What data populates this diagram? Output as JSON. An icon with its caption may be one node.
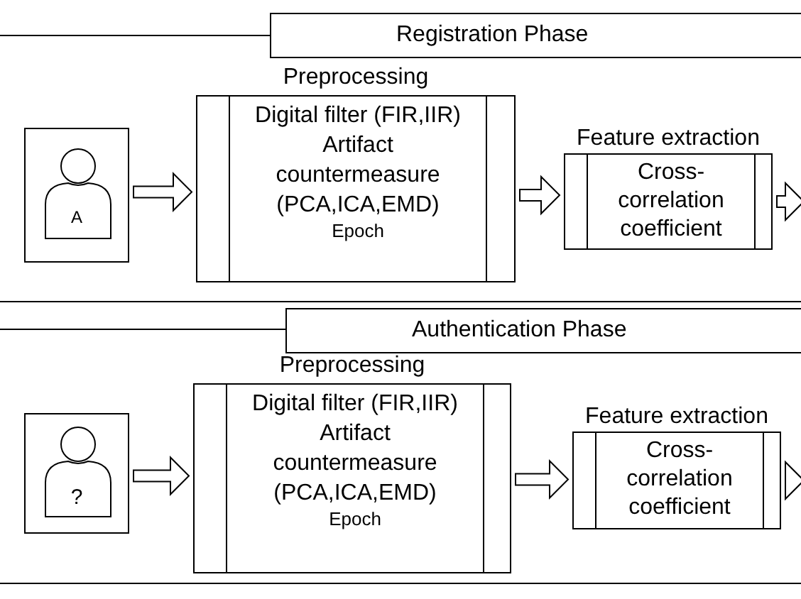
{
  "diagram": {
    "nodes": [
      {
        "text": [
          "Registration Phase"
        ]
      },
      {
        "text": [
          "A"
        ]
      },
      {
        "text": [
          "Preprocessing",
          "Digital filter (FIR,IIR)",
          "Artifact countermeasure (PCA,ICA,EMD)",
          "Epoch"
        ]
      },
      {
        "text": [
          "Feature extraction",
          "Cross-correlation coefficient"
        ]
      },
      {
        "text": [
          "Authentication Phase"
        ]
      },
      {
        "text": [
          "?"
        ]
      },
      {
        "text": [
          "Preprocessing",
          "Digital filter (FIR,IIR)",
          "Artifact countermeasure (PCA,ICA,EMD)",
          "Epoch"
        ]
      },
      {
        "text": [
          "Feature extraction",
          "Cross-correlation coefficient"
        ]
      }
    ],
    "edges": [
      {
        "from": 1,
        "to": 2,
        "arrow": "to"
      },
      {
        "from": 2,
        "to": 3,
        "arrow": "to"
      },
      {
        "from": 3,
        "to": null,
        "arrow": "to"
      },
      {
        "from": 5,
        "to": 6,
        "arrow": "to"
      },
      {
        "from": 6,
        "to": 7,
        "arrow": "to"
      },
      {
        "from": 7,
        "to": null,
        "arrow": "to"
      }
    ]
  }
}
